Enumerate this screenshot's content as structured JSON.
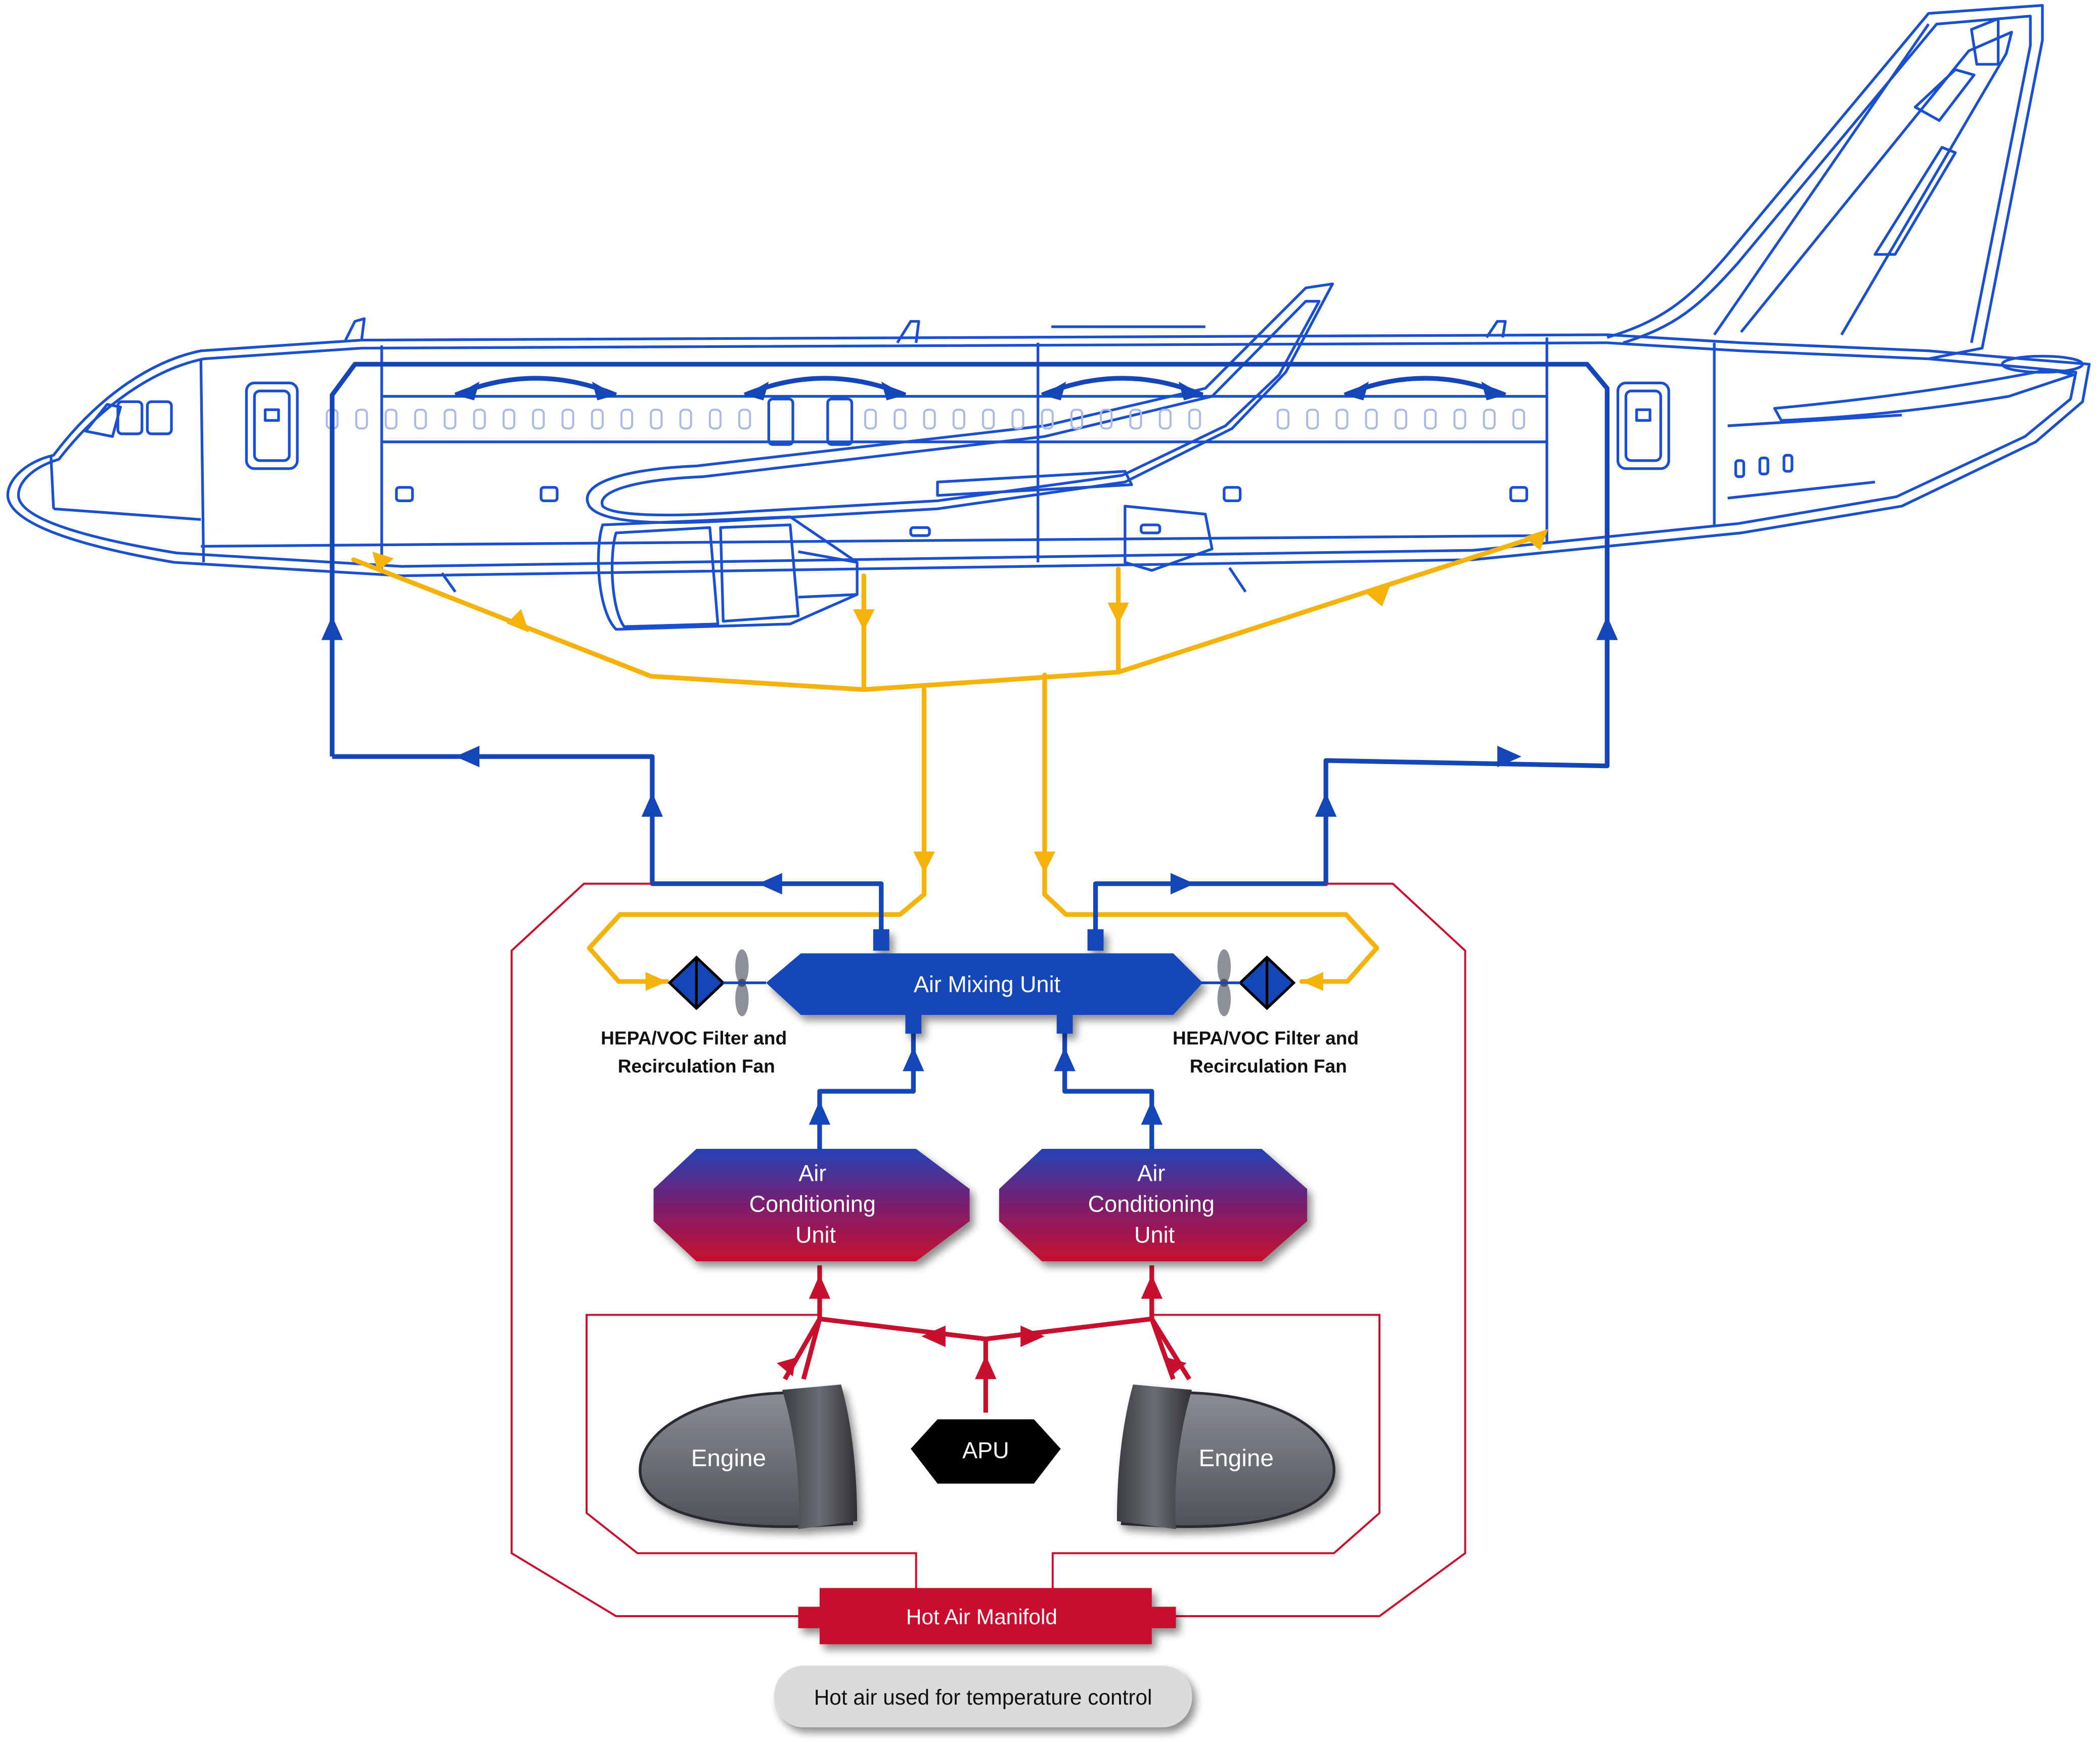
{
  "components": {
    "air_mixing_unit": "Air Mixing Unit",
    "air_conditioning_unit_left": [
      "Air",
      "Conditioning",
      "Unit"
    ],
    "air_conditioning_unit_right": [
      "Air",
      "Conditioning",
      "Unit"
    ],
    "engine_left": "Engine",
    "engine_right": "Engine",
    "apu": "APU",
    "hot_air_manifold": "Hot Air Manifold",
    "filter_left": [
      "HEPA/VOC Filter and",
      "Recirculation Fan"
    ],
    "filter_right": [
      "HEPA/VOC Filter and",
      "Recirculation Fan"
    ]
  },
  "caption": "Hot air used for temperature control",
  "colors": {
    "conditioned_air": "#1446b8",
    "recirculated_air": "#f5b20a",
    "hot_air": "#c8102e",
    "aircraft_outline": "#1a4fd0"
  }
}
